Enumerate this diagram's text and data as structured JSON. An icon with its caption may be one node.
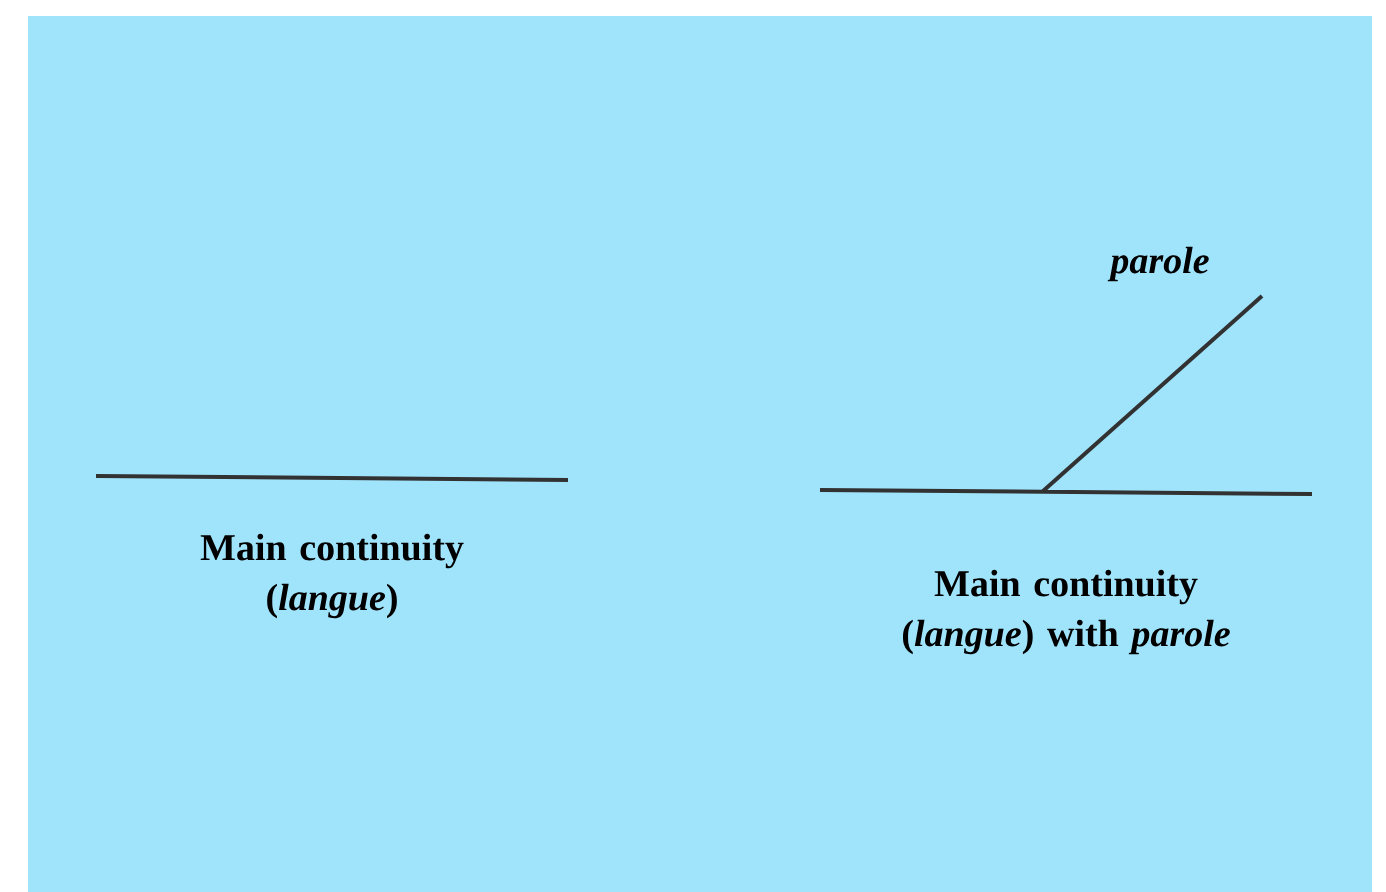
{
  "diagram": {
    "labels": [
      "parole",
      "Main continuity (*langue*)",
      "Main continuity (*langue*) with *parole*"
    ]
  }
}
